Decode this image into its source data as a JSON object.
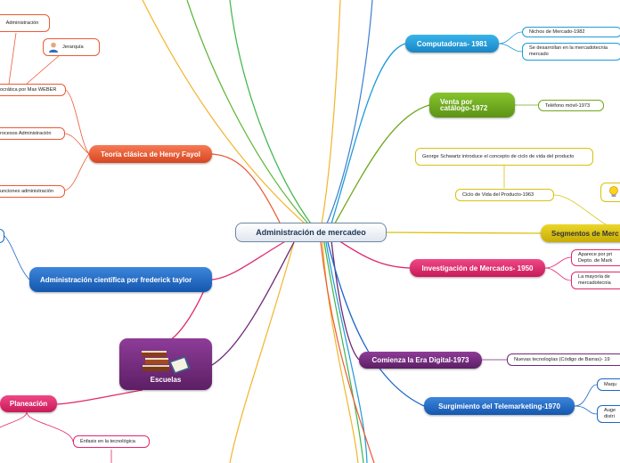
{
  "central": "Administración de mercadeo",
  "topics": {
    "computadoras": "Computadoras- 1981",
    "venta": "Venta por catálogo-1972",
    "segmentos": "Segmentos de Merc",
    "investigacion": "Investigación de Mercados- 1950",
    "era_digital": "Comienza la Era Digital-1973",
    "telemarketing": "Surgimiento del Telemarketing-1970",
    "fayol": "Teoría clásica de Henry Fayol",
    "taylor": "Administración científica por frederick taylor",
    "escuelas": "Escuelas",
    "planeacion": "Planeación"
  },
  "subs": {
    "nichos": "Nichos de Mercado-1982",
    "se_desarrollan": "Se desarrollan en la mercadotecnia mercado",
    "telefono": "Teléfono móvil-1973",
    "schwartz": "George Schwartz introduce el concepto de ciclo de vida del producto",
    "ciclo": "Ciclo de Vida del Producto-1963",
    "aparece": "Aparece por pri Depto. de Mark",
    "mayoria": "La mayoría de mercadotecnia",
    "nuevas": "Nuevas tecnologías (Código de Barras)- 19",
    "maqu": "Maqu",
    "auge": "Auge distri",
    "administracion": "Administración",
    "jerarquia": "Jerarquía",
    "weber": "ocrática por Max WEBER",
    "procesos": "rocesos Administración",
    "funciones": "unciones administración",
    "enfasis": "Énfasis en la tecnológica"
  },
  "colors": {
    "computadoras": "#1e9bd8",
    "venta": "#6ea81c",
    "segmentos": "#d9c20c",
    "investigacion": "#e0286d",
    "era_digital": "#6e2877",
    "telemarketing": "#1a66c7",
    "fayol": "#ec5a34",
    "taylor": "#1a66c7",
    "escuelas": "#6e2877",
    "planeacion": "#e0286d"
  },
  "icons": {
    "escuelas": "books-icon",
    "jerarquia": "person-icon",
    "idea": "lightbulb-icon"
  }
}
